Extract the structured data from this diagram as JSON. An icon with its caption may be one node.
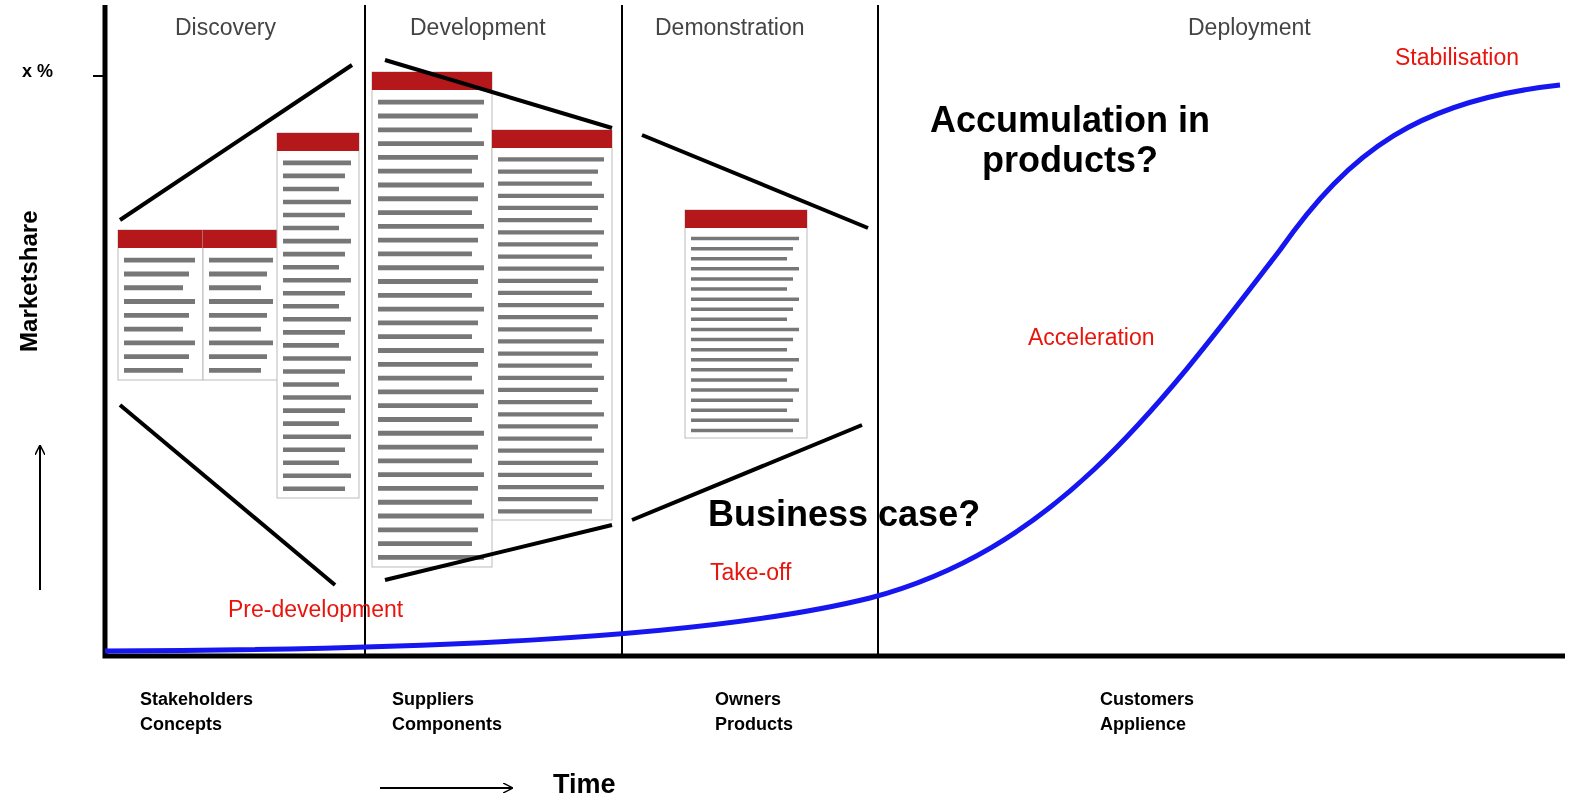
{
  "diagram": {
    "labels": [
      "Discovery",
      "Development",
      "Demonstration",
      "Deployment",
      "x %",
      "Stabilisation",
      "Accumulation in products?",
      "Marketshare",
      "Acceleration",
      "Business case?",
      "Take-off",
      "Pre-development",
      "Stakeholders Concepts",
      "Suppliers Components",
      "Owners Products",
      "Customers Applience",
      "Time"
    ]
  }
}
